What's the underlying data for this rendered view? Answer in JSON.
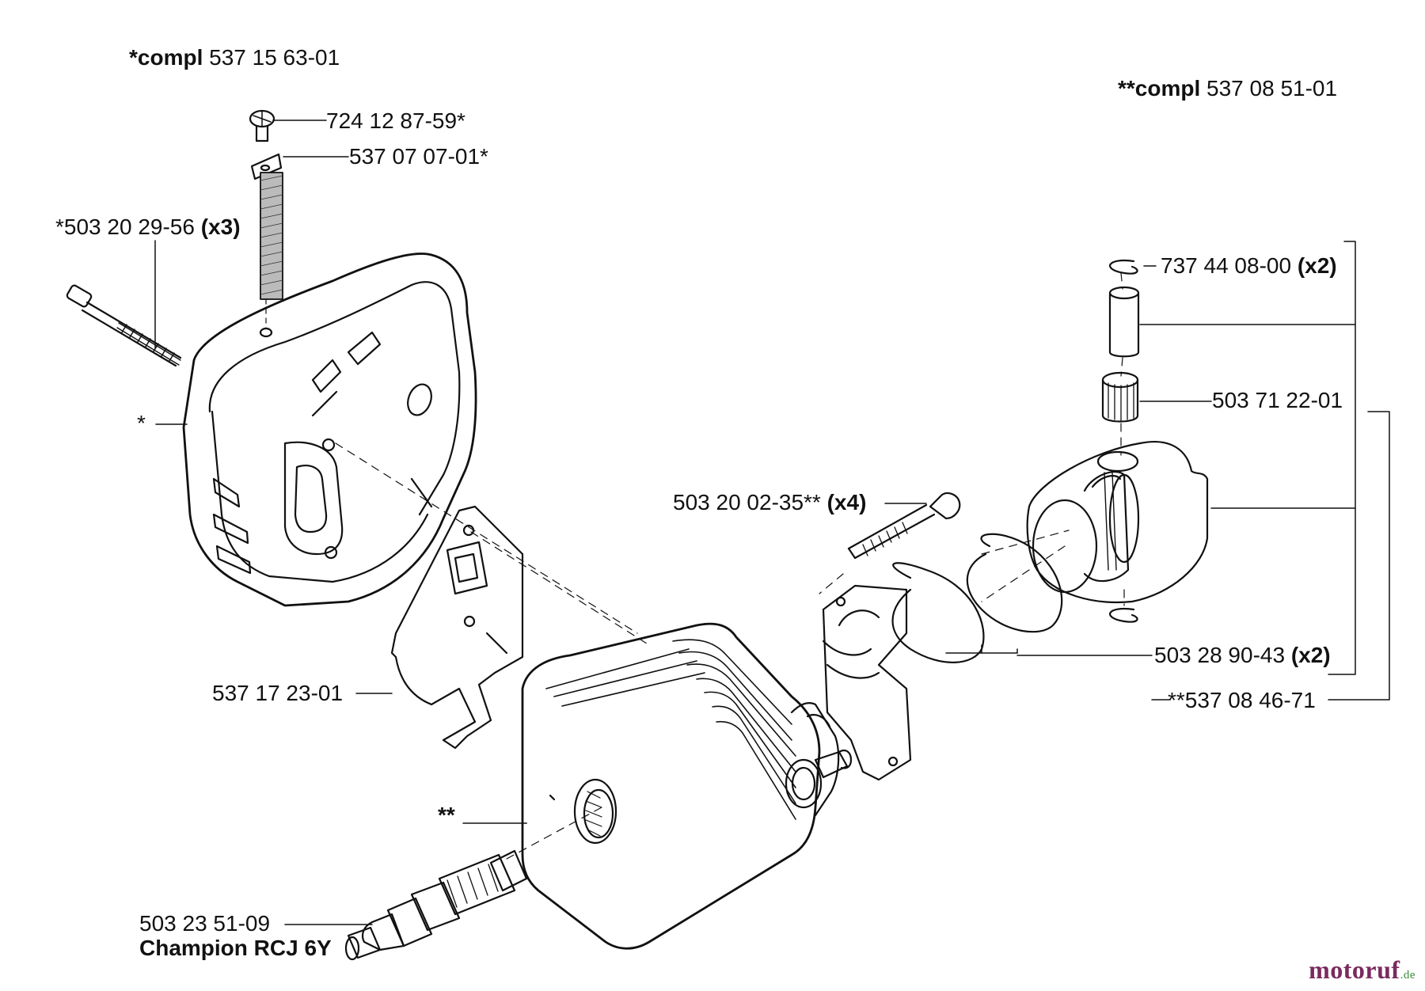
{
  "headers": {
    "compl1_prefix": "*compl",
    "compl1_number": "537 15 63-01",
    "compl2_prefix": "**compl",
    "compl2_number": "537 08 51-01"
  },
  "parts": {
    "screw_top": "724 12 87-59*",
    "plate_top": "537 07 07-01*",
    "bolt_long": "*503 20 29-56",
    "bolt_long_qty": "(x3)",
    "muffler_marker": "*",
    "gasket": "537 17 23-01",
    "cylinder_marker": "**",
    "spark_plug": "503 23 51-09",
    "spark_plug_type": "Champion RCJ 6Y",
    "bolt_cyl": "503 20 02-35**",
    "bolt_cyl_qty": "(x4)",
    "circlip": "737 44 08-00",
    "circlip_qty": "(x2)",
    "bearing": "503 71 22-01",
    "rings": "503 28 90-43",
    "rings_qty": "(x2)",
    "piston_kit": "**537 08 46-71"
  },
  "brand": {
    "name": "motoruf",
    "suffix": ".de",
    "color_main": "#7a2a5e",
    "color_suffix": "#3a8a3a"
  }
}
